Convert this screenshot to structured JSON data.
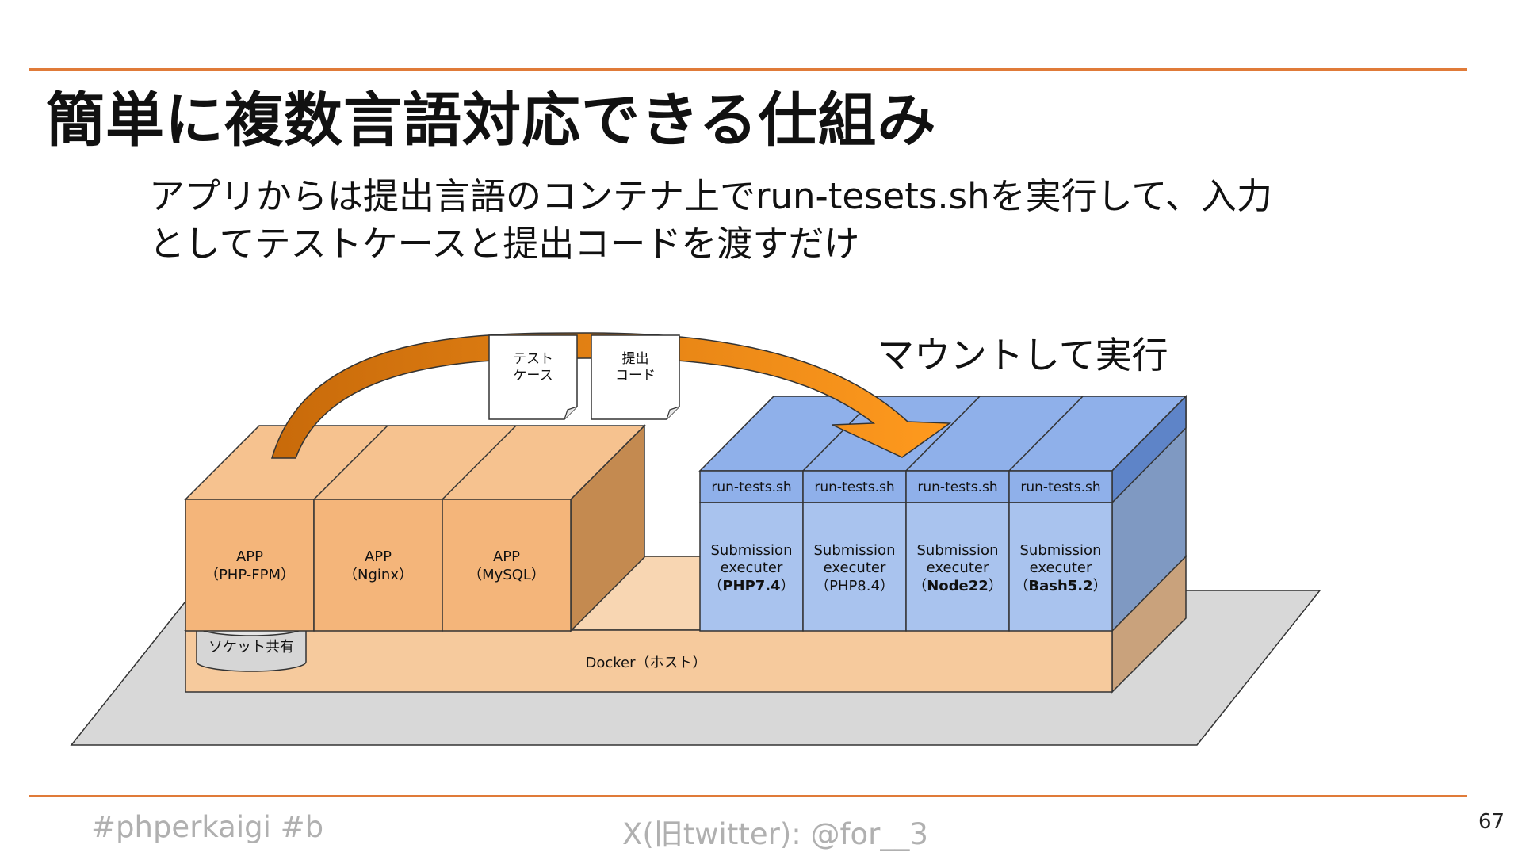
{
  "slide": {
    "title": "簡単に複数言語対応できる仕組み",
    "body_line1": "アプリからは提出言語のコンテナ上でrun-tesets.shを実行して、入力",
    "body_line2": "としてテストケースと提出コードを渡すだけ"
  },
  "diagram": {
    "mount_label": "マウントして実行",
    "docs": [
      {
        "line1": "テスト",
        "line2": "ケース"
      },
      {
        "line1": "提出",
        "line2": "コード"
      }
    ],
    "app_boxes": [
      {
        "line1": "APP",
        "line2": "（PHP-FPM）"
      },
      {
        "line1": "APP",
        "line2": "（Nginx）"
      },
      {
        "line1": "APP",
        "line2": "（MySQL）"
      }
    ],
    "socket_label": "ソケット共有",
    "docker_label": "Docker（ホスト）",
    "executors": [
      {
        "script": "run-tests.sh",
        "line1": "Submission",
        "line2": "executer",
        "lang": "PHP7.4",
        "bold": true
      },
      {
        "script": "run-tests.sh",
        "line1": "Submission",
        "line2": "executer",
        "lang": "PHP8.4",
        "bold": false
      },
      {
        "script": "run-tests.sh",
        "line1": "Submission",
        "line2": "executer",
        "lang": "Node22",
        "bold": true
      },
      {
        "script": "run-tests.sh",
        "line1": "Submission",
        "line2": "executer",
        "lang": "Bash5.2",
        "bold": true
      }
    ],
    "colors": {
      "accent": "#e07b39",
      "app_front": "#f4b57a",
      "app_top": "#f6c28f",
      "app_side": "#c48a50",
      "exec_front": "#a9c3ee",
      "exec_top": "#8fb0ea",
      "exec_side": "#7f99c2",
      "docker_front": "#f6ca9d",
      "docker_top": "#f8d6b2",
      "docker_side": "#c9a27c",
      "ground": "#d8d8d8",
      "arrow": "#e8860f"
    }
  },
  "footer": {
    "hashtags": "#phperkaigi #b",
    "twitter": "X(旧twitter): @for__3",
    "page_number": "67"
  }
}
